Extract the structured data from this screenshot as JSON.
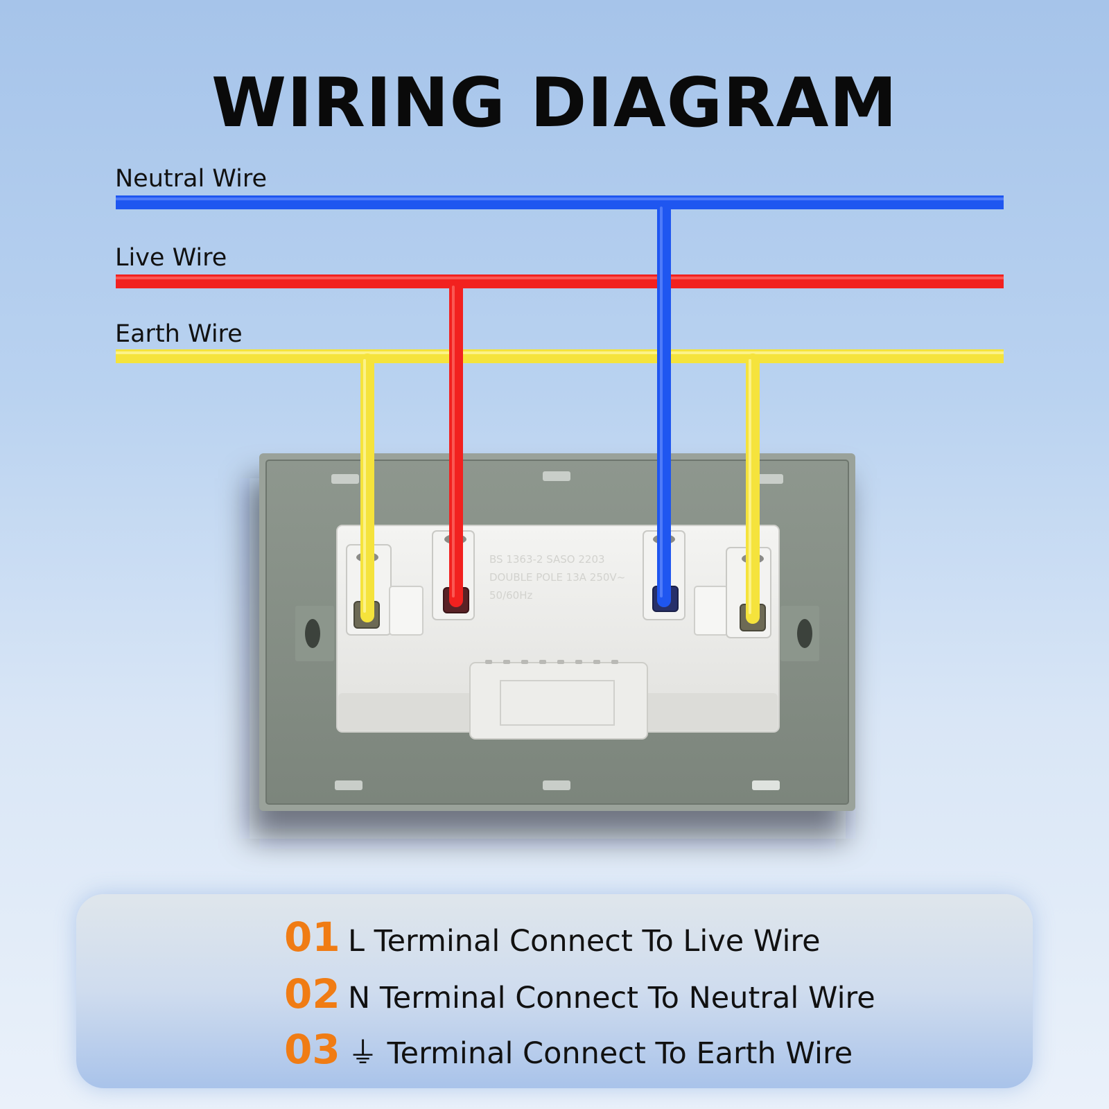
{
  "title": "WIRING DIAGRAM",
  "wires": {
    "neutral": {
      "label": "Neutral Wire",
      "color": "#1f56f0"
    },
    "live": {
      "label": "Live Wire",
      "color": "#f2211f"
    },
    "earth": {
      "label": "Earth Wire",
      "color": "#f5e33c"
    }
  },
  "socket": {
    "color": "#879187",
    "module_color": "#ecece9",
    "markings": [
      "BS 1363-2 SASO 2203",
      "DOUBLE POLE 13A 250V~",
      "50/60Hz"
    ]
  },
  "legend": {
    "items": [
      {
        "num": "01",
        "text": "L Terminal Connect To Live Wire"
      },
      {
        "num": "02",
        "text": "N Terminal Connect To Neutral Wire"
      },
      {
        "num": "03",
        "text": "⏚ Terminal Connect To Earth Wire"
      }
    ],
    "number_color": "#f07c14"
  }
}
